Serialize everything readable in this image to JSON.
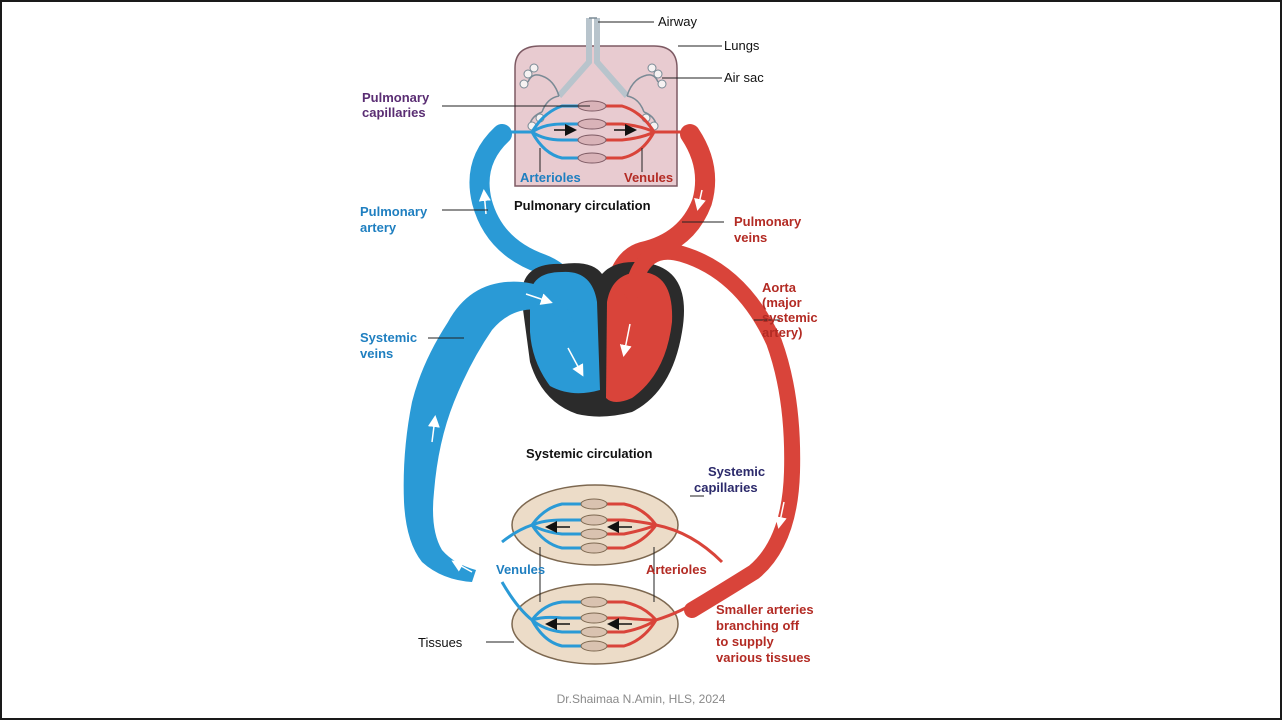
{
  "diagram": {
    "labels": {
      "airway": "Airway",
      "lungs": "Lungs",
      "air_sac": "Air sac",
      "pulmonary_capillaries_1": "Pulmonary",
      "pulmonary_capillaries_2": "capillaries",
      "arterioles_top": "Arterioles",
      "venules_top": "Venules",
      "pulmonary_circulation": "Pulmonary circulation",
      "pulmonary_artery_1": "Pulmonary",
      "pulmonary_artery_2": "artery",
      "pulmonary_veins_1": "Pulmonary",
      "pulmonary_veins_2": "veins",
      "aorta_1": "Aorta",
      "aorta_2": "(major",
      "aorta_3": "systemic",
      "aorta_4": "artery)",
      "systemic_veins_1": "Systemic",
      "systemic_veins_2": "veins",
      "systemic_circulation": "Systemic circulation",
      "systemic_capillaries_1": "Systemic",
      "systemic_capillaries_2": "capillaries",
      "venules_bottom": "Venules",
      "arterioles_bottom": "Arterioles",
      "smaller_arteries_1": "Smaller arteries",
      "smaller_arteries_2": "branching off",
      "smaller_arteries_3": "to supply",
      "smaller_arteries_4": "various tissues",
      "tissues": "Tissues"
    }
  },
  "footer": {
    "credit": "Dr.Shaimaa N.Amin, HLS, 2024"
  },
  "colors": {
    "oxygen_poor": "#2a9ad6",
    "oxygen_rich": "#d9443a",
    "lung_tissue": "#e8cbd0",
    "body_tissue": "#ecdcc8",
    "heart_wall": "#2b2b2b"
  }
}
